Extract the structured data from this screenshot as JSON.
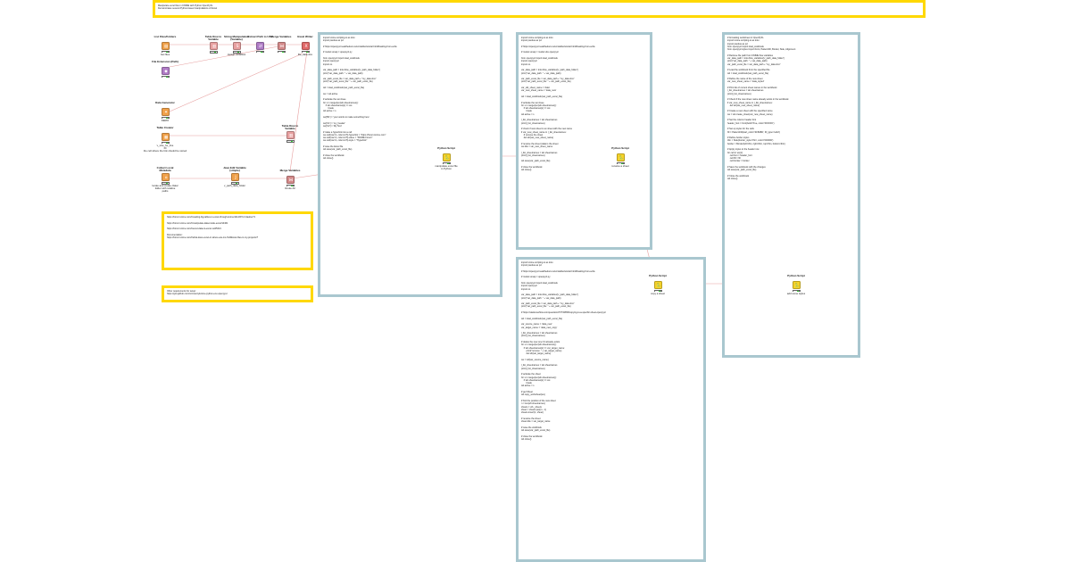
{
  "workspace": {
    "header_note": "Manipulate excel files in KNIME with Python OpenPyXL\nDemonstrates several Python-based manipulations of Excel"
  },
  "nodes": {
    "n1": {
      "title": "List Files/Folders",
      "label": "Get files"
    },
    "n2": {
      "title": "Table Row to Variable",
      "label": ""
    },
    "n3": {
      "title": "String Manipulation (Variable)",
      "label": "Assign variables"
    },
    "n4": {
      "title": "Extract Path to URI",
      "label": ""
    },
    "n5": {
      "title": "Merge Variables",
      "label": ""
    },
    "n6": {
      "title": "Excel Writer",
      "label": "file_data.xlsx"
    },
    "n7": {
      "title": "File Extension (Path)",
      "label": ""
    },
    "n8": {
      "title": "Data Generator",
      "label": "DEMO"
    },
    "n9": {
      "title": "Table Creator",
      "label": "v_size_for_line\nfill\nthe cell where the link should be stored"
    },
    "n10": {
      "title": "Table Row to Variable",
      "label": ""
    },
    "n11": {
      "title": "Collect Local Metadata",
      "label": "locate and create /data/ folder with relative paths"
    },
    "n12": {
      "title": "Java Edit Variable (simple)",
      "label": "v_path_data_folder"
    },
    "n13": {
      "title": "Merge Variables",
      "label": "Route All"
    },
    "ps1": {
      "title": "Python Script",
      "label": "manipulate excel file\nin Python"
    },
    "ps2": {
      "title": "Python Script",
      "label": "rename a sheet"
    },
    "ps3": {
      "title": "Python Script",
      "label": "copy a sheet"
    },
    "ps4": {
      "title": "Python Script",
      "label": "add some styles"
    }
  },
  "annotations": {
    "code1": "import knime.scripting.io as knio\nimport pandas as pd\n\n# https://openpyxl.readthedocs.io/en/stable/tutorial.html#loading-from-a-file\n\n# model.xsnap = openpyxl.py\n\nfrom openpyxl import load_workbook\nimport openpyxl\nimport os\n\nvar_data_path = knio.flow_variables['v_path_data_folder']\nprint(\"var_data_path: \" + var_data_path)\n\nvar_path_excel_file = var_data_path + \"my_data.xlsx\"\nprint(\"var_path_excel_file: \" + var_path_excel_file)\n\nwb = load_workbook(var_path_excel_file)\n\nws = wb.active\n\n# activate the wo rksee\nfor s in range(len(wb.sheetnames)):\n    if wb.sheetnames[s] == ws:\n        break\nwb.active = s\n\nws['B1'] = 'your words to make something here'\n\nws['C1'] = 'my_header'\nws['C2'] = 'My Text'\n\n# make a hyperlink into a cell\nws.cell(row=1, column=5).hyperlink = \"https://forum.knime.com\"\nws.cell(row=1, column=5).value = \"KNIME Forum\"\nws.cell(row=1, column=5).style = \"Hyperlink\"\n\n# save the Excel file\nwb.save(var_path_excel_file)\n\n# close the workbook\nwb.close()",
    "code2": "import knime.scripting.io as knio\nimport pandas as pd\n\n# https://openpyxl.readthedocs.io/en/stable/tutorial.html#loading-from-a-file\n\n# model.xsnap = model.xlsx openpyxl\n\nfrom openpyxl import load_workbook\nimport openpyxl\nimport os\n\nvar_data_path = knio.flow_variables['v_path_data_folder']\nprint(\"var_data_path: \" + var_data_path)\n\nvar_path_excel_file = var_data_path + \"my_data.xlsx\"\nprint(\"var_path_excel_file: \" + var_path_excel_file)\n\nvar_old_sheet_name = 'data'\nvar_new_sheet_name = 'data_new'\n\nwb = load_workbook(var_path_excel_file)\n\n# activate the wo rksee\nfor s in range(len(wb.sheetnames)):\n    if wb.sheetnames[s] == ws:\n        break\nwb.active = s\n\nl_list_sheetnames = wb.sheetnames\nprint(l_list_sheetnames)\n\n# check if new sheet is an sheet with the new name\nif var_new_sheet_name in l_list_sheetnames:\n    # remove the sheet\n    del wb[var_new_sheet_name]\n\n# rename the sheet (data is the sheet\nws.title = var_new_sheet_name\n\nl_list_sheetnames = wb.sheetnames\nprint(l_list_sheetnames)\n\nwb.save(var_path_excel_file)\n\n# close the workbook\nwb.close()",
    "code3": "import knime.scripting.io as knio\nimport pandas as pd\n\n# https://openpyxl.readthedocs.io/en/stable/tutorial.html#loading-from-a-file\n\n# model.xsnap = openpyxl.py\n\nfrom openpyxl import load_workbook\nimport openpyxl\nimport os\n\nvar_data_path = knio.flow_variables['v_path_data_folder']\nprint(\"var_data_path: \" + var_data_path)\n\nvar_path_excel_file = var_data_path + \"my_data.xlsx\"\nprint(\"var_path_excel_file: \" + var_path_excel_file)\n\n# https://stackoverflow.com/questions/57732859/copying-to-a-specific-sheet-openpyxl\n\nwb = load_workbook(var_path_excel_file)\n\nvar_source_name = 'data_new'\nvar_target_name = 'data_new_copy'\n\nl_list_sheetnames = wb.sheetnames\nprint(l_list_sheetnames)\n\n# delete the new one if it already exists\nfor s in range(len(wb.sheetnames)):\n    if wb.sheetnames[s] == var_target_name:\n        print(\"remove: \" + var_target_name)\n        del wb[var_target_name]\n\nws = wb[var_source_name]\n\nl_list_sheetnames = wb.sheetnames\nprint(l_list_sheetnames)\n\n# activate the sheet\nfor s in range(len(wb.sheetnames)):\n    if wb.sheetnames[s] == ws:\n        break\nwb.active = s\n\n# get Sheet\nwb.copy_worksheet(ws)\n\n# find the position of the new sheet\nn = len(wb.sheetnames)\nsheets = wb._sheets\nsheet = sheets.pop(n - 1)\nsheets.insert(1, sheet)\n\n# rename the sheet\nsheet.title = var_target_name\n\n# save the workbook\nwb.save(var_path_excel_file)\n\n# close the workbook\nwb.close()",
    "code4": "# formatting worksheet in OpenPyXL\nimport knime.scripting.io as knio\nimport pandas as pd\nfrom openpyxl import load_workbook\nfrom openpyxl.styles import Font, PatternFill, Border, Side, Alignment\n\n# Retrieve file path from KNIME flow variables\nvar_data_path = knio.flow_variables['v_path_data_folder']\nprint(\"var_data_path: \" + var_data_path)\nvar_path_excel_file = var_data_path + \"my_data.xlsx\"\n\n# Load the workbook from the specified file\nwb = load_workbook(var_path_excel_file)\n\n# Define the name of the new sheet\nvar_new_sheet_name = 'data_styled'\n\n# Print list of current sheet names in the workbook\nl_list_sheetnames = wb.sheetnames\nprint(l_list_sheetnames)\n\n# Check if the new sheet name already exists in the workbook\nif var_new_sheet_name in l_list_sheetnames:\n    del wb[var_new_sheet_name]\n\n# Create a new sheet with the specified name\nws = wb.create_sheet(var_new_sheet_name)\n\n# Set the column header font\nheader_font = Font(bold=True, color='FFFFFF')\n\n# Set up styles for the cells\nfill = PatternFill(start_color='4F81BD', fill_type='solid')\n\n# Define border styles\nthin = Side(border_style='thin', color='000000')\nborder = Border(left=thin, right=thin, top=thin, bottom=thin)\n\n# Apply styles to the header row\nfor cell in ws[1]:\n    cell.font = header_font\n    cell.fill = fill\n    cell.border = border\n\n# Save the workbook with the changes\nwb.save(var_path_excel_file)\n\n# Close the workbook\nwb.close()",
    "links": "https://forum.knime.com/t/reading-big-tables-in-excel-through-knime/1114/6?u=mlauber71\n\nhttps://forum.knime.com/t/manipulate-data-inside-excel/14461\n\nhttps://forum.knime.com/t/excel-data-to-excel-cell/5321\n\nDocumentation:\nhttps://forum.knime.com/t/what-does-excel-or-where-are-ms-%20Excel-files-in-my-projects/?",
    "requirements": "Other requirements for setup:\nhttps://gist.github.com/ml-bounty/knime-python-env-openpyxl"
  }
}
